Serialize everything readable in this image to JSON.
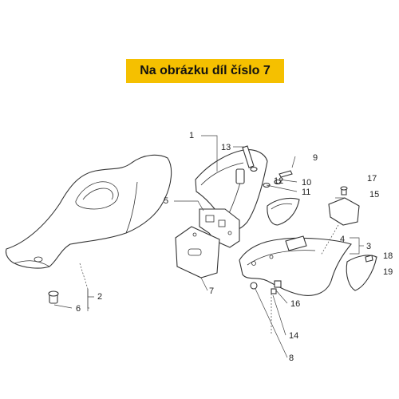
{
  "banner": {
    "text": "Na obrázku díl číslo 7",
    "color": "#f5c000"
  },
  "callouts": {
    "c1": "1",
    "c2": "2",
    "c3": "3",
    "c4": "4",
    "c5": "5",
    "c6": "6",
    "c7": "7",
    "c8": "8",
    "c9": "9",
    "c10": "10",
    "c11": "11",
    "c12": "12",
    "c13": "13",
    "c14": "14",
    "c15": "15",
    "c16": "16",
    "c17": "17",
    "c18": "18",
    "c19": "19"
  }
}
